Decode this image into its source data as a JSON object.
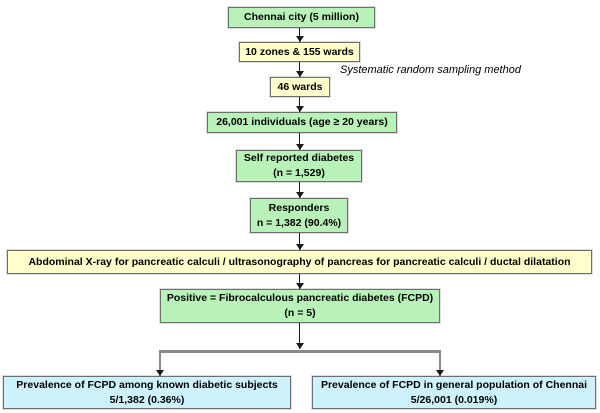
{
  "diagram": {
    "description": "Study flowchart: prevalence of fibrocalculous pancreatic diabetes (FCPD) in Chennai",
    "nodes": {
      "chennai": {
        "text": "Chennai city (5 million)"
      },
      "zones": {
        "text": "10 zones & 155 wards"
      },
      "sampling_note": {
        "text": "Systematic random sampling method"
      },
      "wards": {
        "text": "46 wards"
      },
      "individuals": {
        "text": "26,001 individuals (age ≥ 20 years)"
      },
      "self_reported": {
        "line1": "Self reported diabetes",
        "line2": "(n = 1,529)"
      },
      "responders": {
        "line1": "Responders",
        "line2": "n = 1,382 (90.4%)"
      },
      "xray": {
        "text": "Abdominal X-ray for pancreatic calculi / ultrasonography of pancreas for pancreatic calculi / ductal dilatation"
      },
      "fcpd_positive": {
        "line1": "Positive = Fibrocalculous pancreatic diabetes (FCPD)",
        "line2": "(n = 5)"
      },
      "prevalence_known": {
        "line1": "Prevalence of FCPD among known diabetic subjects",
        "line2": "5/1,382 (0.36%)"
      },
      "prevalence_general": {
        "line1": "Prevalence of FCPD  in general population of Chennai",
        "line2": "5/26,001 (0.019%)"
      }
    },
    "colors": {
      "green_box": "#b9f2b9",
      "yellow_box": "#ffffcc",
      "blue_box": "#cdf2fb",
      "box_border": "#6e6e6e",
      "arrow": "#1a1a1a",
      "branch_line": "#8a8a8a"
    }
  }
}
